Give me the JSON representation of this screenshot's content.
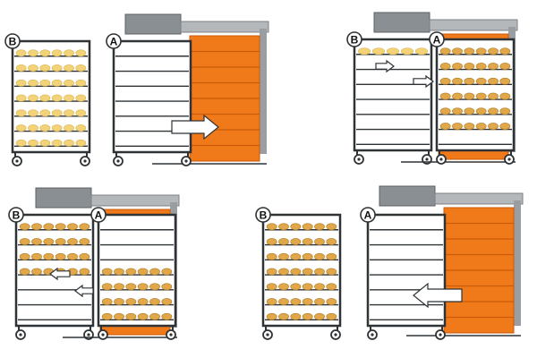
{
  "title": "",
  "colors": {
    "oven_orange": "#f07a1a",
    "oven_orange_dark": "#c95a08",
    "hood_grey": "#8a8f93",
    "frame": "#2f3336",
    "dough": "#f3d37a",
    "bread": "#e0a84a",
    "arrow_fill": "#ffffff"
  },
  "labels": {
    "rack_b": "B",
    "rack_a": "A"
  },
  "panels": [
    {
      "id": "step-1",
      "rack_b": {
        "rows": 7,
        "items_per_row": 6,
        "content": "dough",
        "filled_rows": [
          0,
          1,
          2,
          3,
          4,
          5,
          6
        ]
      },
      "rack_a": {
        "inside_oven": false,
        "rows": 7,
        "items_per_row": 6,
        "content": "none",
        "filled_rows": []
      },
      "arrow": {
        "direction": "right",
        "size": "large"
      }
    },
    {
      "id": "step-2",
      "rack_b": {
        "rows": 7,
        "items_per_row": 5,
        "content": "dough",
        "filled_rows": [
          0
        ]
      },
      "rack_a": {
        "inside_oven": true,
        "rows": 7,
        "items_per_row": 6,
        "content": "bread",
        "filled_rows": [
          0,
          1,
          2,
          3,
          4,
          5
        ]
      },
      "arrow": {
        "direction": "right",
        "size": "small",
        "count": 2
      }
    },
    {
      "id": "step-3",
      "rack_b": {
        "rows": 7,
        "items_per_row": 6,
        "content": "bread",
        "filled_rows": [
          0,
          1,
          2,
          3
        ]
      },
      "rack_a": {
        "inside_oven": true,
        "rows": 7,
        "items_per_row": 6,
        "content": "bread",
        "filled_rows": [
          3,
          4,
          5,
          6
        ]
      },
      "arrow": {
        "direction": "left",
        "size": "small",
        "count": 2
      }
    },
    {
      "id": "step-4",
      "rack_b": {
        "rows": 7,
        "items_per_row": 6,
        "content": "bread",
        "filled_rows": [
          0,
          1,
          2,
          3,
          4,
          5,
          6
        ]
      },
      "rack_a": {
        "inside_oven": false,
        "rows": 7,
        "items_per_row": 6,
        "content": "none",
        "filled_rows": []
      },
      "arrow": {
        "direction": "left",
        "size": "large"
      }
    }
  ]
}
